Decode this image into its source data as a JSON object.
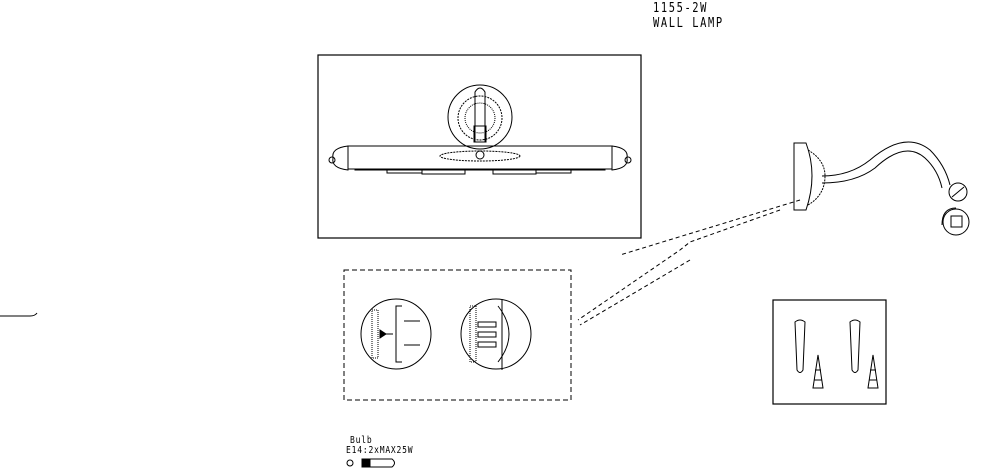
{
  "title": {
    "model": "1155-2W",
    "product": "WALL LAMP"
  },
  "bulb": {
    "label": "Bulb",
    "spec": "E14:2xMAX25W"
  }
}
